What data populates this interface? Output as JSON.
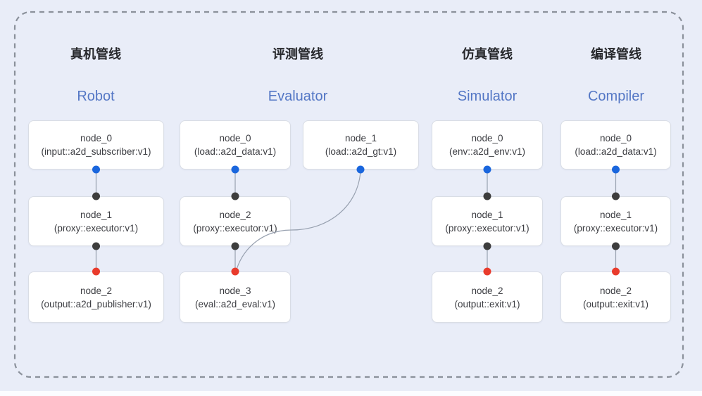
{
  "pipelines": [
    {
      "title_cn": "真机管线",
      "title_en": "Robot",
      "nodes": [
        {
          "name": "node_0",
          "type": "(input::a2d_subscriber:v1)"
        },
        {
          "name": "node_1",
          "type": "(proxy::executor:v1)"
        },
        {
          "name": "node_2",
          "type": "(output::a2d_publisher:v1)"
        }
      ]
    },
    {
      "title_cn": "评测管线",
      "title_en": "Evaluator",
      "nodes": [
        {
          "name": "node_0",
          "type": "(load::a2d_data:v1)"
        },
        {
          "name": "node_1",
          "type": "(load::a2d_gt:v1)"
        },
        {
          "name": "node_2",
          "type": "(proxy::executor:v1)"
        },
        {
          "name": "node_3",
          "type": "(eval::a2d_eval:v1)"
        }
      ]
    },
    {
      "title_cn": "仿真管线",
      "title_en": "Simulator",
      "nodes": [
        {
          "name": "node_0",
          "type": "(env::a2d_env:v1)"
        },
        {
          "name": "node_1",
          "type": "(proxy::executor:v1)"
        },
        {
          "name": "node_2",
          "type": "(output::exit:v1)"
        }
      ]
    },
    {
      "title_cn": "编译管线",
      "title_en": "Compiler",
      "nodes": [
        {
          "name": "node_0",
          "type": "(load::a2d_data:v1)"
        },
        {
          "name": "node_1",
          "type": "(proxy::executor:v1)"
        },
        {
          "name": "node_2",
          "type": "(output::exit:v1)"
        }
      ]
    }
  ],
  "colors": {
    "background": "#e9edf8",
    "dashed_border": "#8b919b",
    "header_cn": "#26272b",
    "header_en": "#5477c5",
    "node_text": "#3c3d42",
    "node_border": "#d9dde5",
    "node_bg": "#ffffff",
    "wire": "#98a1b0",
    "port_blue": "#1a66dd",
    "port_black": "#3d3d3d",
    "port_red": "#e93b2c"
  }
}
